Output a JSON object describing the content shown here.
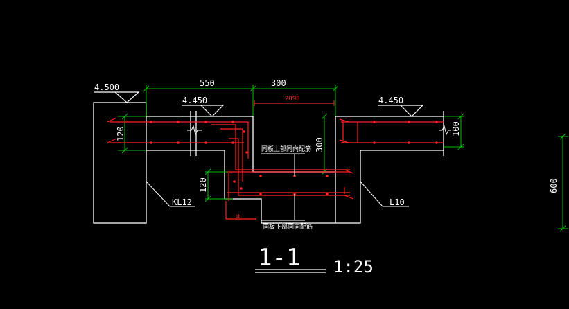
{
  "drawing": {
    "section_title": "1-1",
    "scale": "1:25",
    "colors": {
      "background": "#000000",
      "outline": "#ffffff",
      "dimension": "#00c000",
      "rebar": "#ff2020",
      "annotation_red": "#ff3030"
    },
    "elevations": {
      "left_beam_top": "4.500",
      "left_slab_top": "4.450",
      "right_slab_top": "4.450"
    },
    "dimensions": {
      "top_left_span": "550",
      "top_right_span": "300",
      "left_slab_thickness": "120",
      "step_height": "300",
      "lower_slab_thickness": "120",
      "right_slab_thickness": "100",
      "far_right": "600"
    },
    "red_annotation": "2098",
    "small_red_label": "bb",
    "labels": {
      "left_beam": "KL12",
      "right_beam": "L10",
      "upper_rebar_note": "同板上部同向配筋",
      "lower_rebar_note": "同板下部同向配筋"
    }
  }
}
